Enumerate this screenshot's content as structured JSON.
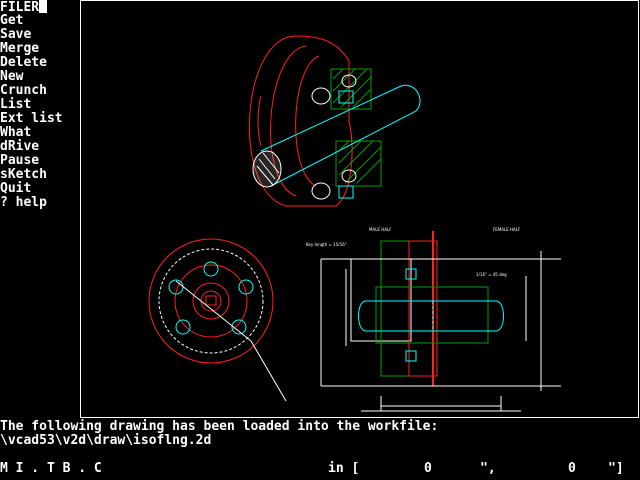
{
  "menu": {
    "title": "FILER",
    "items": [
      "Get",
      "Save",
      "Merge",
      "Delete",
      "New",
      "Crunch",
      "List",
      "Ext list",
      "What",
      "dRive",
      "Pause",
      "sKetch",
      "Quit",
      "? help"
    ]
  },
  "messages": {
    "line1": "The following drawing has been loaded into the workfile:",
    "line2": "\\vcad53\\v2d\\draw\\isoflng.2d"
  },
  "status": {
    "mode": "M I . T B . C",
    "units": "in [",
    "x": "0",
    "sep": "\",",
    "y": "0",
    "end": "\"]"
  },
  "drawing": {
    "labels": {
      "male_half": "MALE HALF",
      "female_half": "FEMALE HALF",
      "key_length": "Key length = 15/16\"",
      "gap_note": "1/16\" = 45 deg"
    },
    "colors": {
      "red": "#ff2020",
      "cyan": "#00ffff",
      "white": "#ffffff",
      "green": "#00a000",
      "bg": "#000000"
    }
  }
}
